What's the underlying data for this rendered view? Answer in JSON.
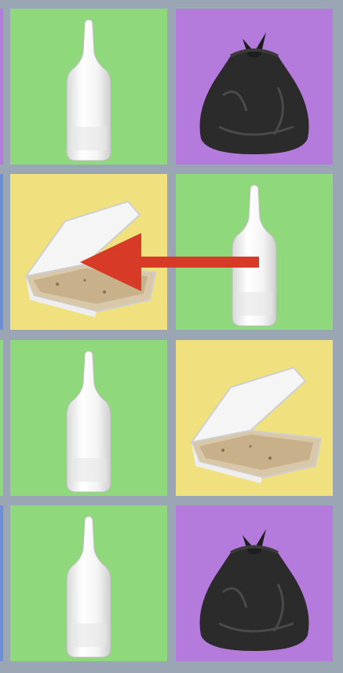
{
  "colors": {
    "background": "#9aa6b4",
    "glass": "#8fd97c",
    "paper": "#f0e17e",
    "trash": "#b57bdc",
    "arrow": "#d73a26"
  },
  "board": {
    "rows": [
      {
        "cells": [
          {
            "type": "glass",
            "icon": "bottle-icon"
          },
          {
            "type": "trash",
            "icon": "trash-bag-icon"
          }
        ],
        "edge_color": "#b57bdc"
      },
      {
        "cells": [
          {
            "type": "paper",
            "icon": "pizza-box-icon"
          },
          {
            "type": "glass",
            "icon": "bottle-icon"
          }
        ],
        "edge_color": "#6e8fd8"
      },
      {
        "cells": [
          {
            "type": "glass",
            "icon": "bottle-icon"
          },
          {
            "type": "paper",
            "icon": "pizza-box-icon"
          }
        ],
        "edge_color": "#8fd97c"
      },
      {
        "cells": [
          {
            "type": "glass",
            "icon": "bottle-icon"
          },
          {
            "type": "trash",
            "icon": "trash-bag-icon"
          }
        ],
        "edge_color": "#6e8fd8"
      }
    ]
  },
  "hint": {
    "icon": "arrow-left-icon",
    "from": {
      "row": 2,
      "col": 2
    },
    "to": {
      "row": 2,
      "col": 1
    }
  }
}
